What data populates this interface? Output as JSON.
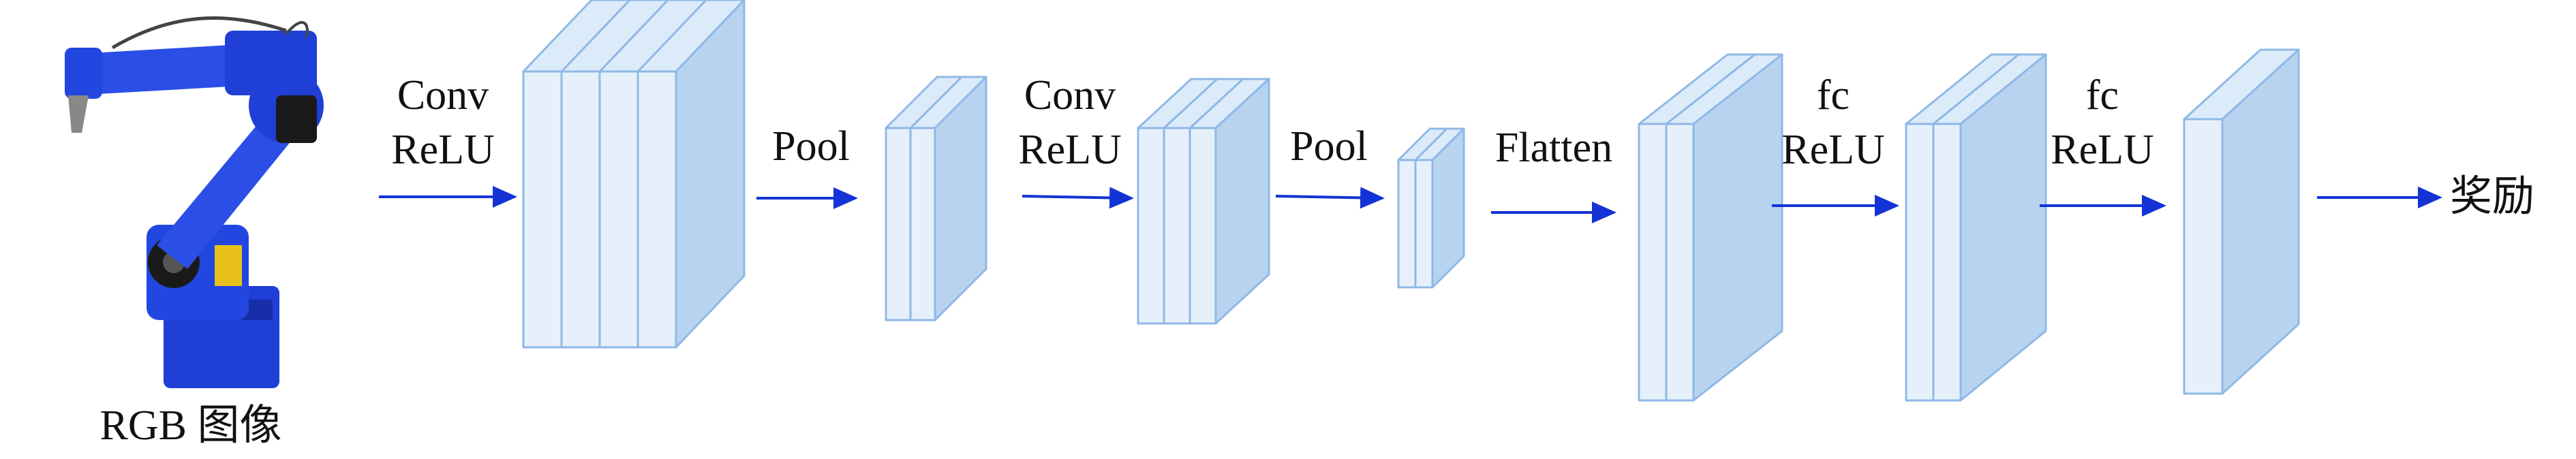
{
  "input": {
    "caption": "RGB 图像",
    "image": "industrial-robot-arm",
    "robot_color": "#1f3fd6"
  },
  "colors": {
    "layer_front": "#e6f0fb",
    "layer_side": "#b8d3f0",
    "layer_top": "#dcebfa",
    "layer_edge": "#8fb8e6",
    "arrow": "#1433d6"
  },
  "stages": [
    {
      "label_line1": "Conv",
      "label_line2": "ReLU"
    },
    {
      "label_line1": "",
      "label_line2": "Pool"
    },
    {
      "label_line1": "Conv",
      "label_line2": "ReLU"
    },
    {
      "label_line1": "",
      "label_line2": "Pool"
    },
    {
      "label_line1": "",
      "label_line2": "Flatten"
    },
    {
      "label_line1": "fc",
      "label_line2": "ReLU"
    },
    {
      "label_line1": "fc",
      "label_line2": "ReLU"
    }
  ],
  "output": {
    "label": "奖励"
  }
}
